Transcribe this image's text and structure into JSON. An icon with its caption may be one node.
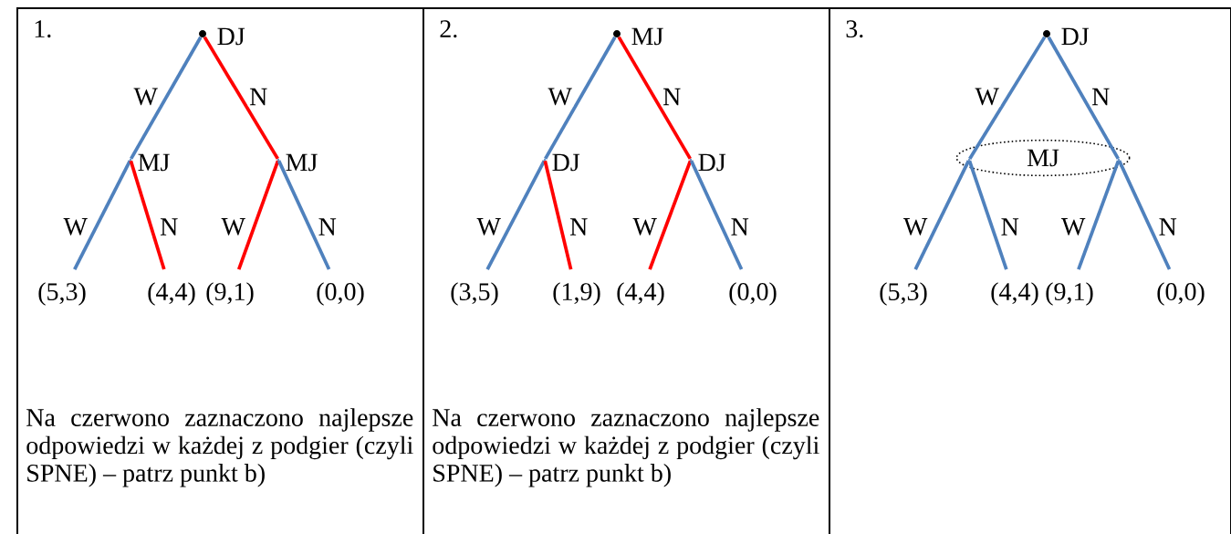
{
  "diagram": {
    "nodes": [
      {
        "text": [
          "1.",
          "Na czerwono zaznaczono najlepsze odpowiedzi w każdej z podgier (czyli SPNE) – patrz punkt b)"
        ]
      },
      {
        "text": [],
        "shape": "circle",
        "beside": [
          "DJ"
        ],
        "in": 0
      },
      {
        "text": [],
        "shape": "point",
        "beside": [
          "MJ"
        ],
        "in": 0
      },
      {
        "text": [],
        "shape": "point",
        "beside": [
          "MJ"
        ],
        "in": 0
      },
      {
        "text": [
          "(5,3)"
        ],
        "in": 0
      },
      {
        "text": [
          "(4,4)"
        ],
        "in": 0
      },
      {
        "text": [
          "(9,1)"
        ],
        "in": 0
      },
      {
        "text": [
          "(0,0)"
        ],
        "in": 0
      },
      {
        "text": [
          "2.",
          "Na czerwono zaznaczono najlepsze odpowiedzi w każdej z podgier (czyli SPNE) – patrz punkt b)"
        ]
      },
      {
        "text": [],
        "shape": "circle",
        "beside": [
          "MJ"
        ],
        "in": 8
      },
      {
        "text": [],
        "shape": "point",
        "beside": [
          "DJ"
        ],
        "in": 8
      },
      {
        "text": [],
        "shape": "point",
        "beside": [
          "DJ"
        ],
        "in": 8
      },
      {
        "text": [
          "(3,5)"
        ],
        "in": 8
      },
      {
        "text": [
          "(1,9)"
        ],
        "in": 8
      },
      {
        "text": [
          "(4,4)"
        ],
        "in": 8
      },
      {
        "text": [
          "(0,0)"
        ],
        "in": 8
      },
      {
        "text": [
          "3."
        ]
      },
      {
        "text": [],
        "shape": "circle",
        "beside": [
          "DJ"
        ],
        "in": 16
      },
      {
        "text": [
          "MJ"
        ],
        "in": 16
      },
      {
        "text": [],
        "shape": "point",
        "in": 18
      },
      {
        "text": [],
        "shape": "point",
        "in": 18
      },
      {
        "text": [
          "(5,3)"
        ],
        "in": 16
      },
      {
        "text": [
          "(4,4)"
        ],
        "in": 16
      },
      {
        "text": [
          "(9,1)"
        ],
        "in": 16
      },
      {
        "text": [
          "(0,0)"
        ],
        "in": 16
      }
    ],
    "edges": [
      {
        "from": 1,
        "to": 2,
        "arrow": "none",
        "label": "W"
      },
      {
        "from": 1,
        "to": 3,
        "arrow": "none",
        "label": "N",
        "color": "#ff0000"
      },
      {
        "from": 2,
        "to": 4,
        "arrow": "none",
        "label": "W"
      },
      {
        "from": 2,
        "to": 5,
        "arrow": "none",
        "label": "N",
        "color": "#ff0000"
      },
      {
        "from": 3,
        "to": 6,
        "arrow": "none",
        "label": "W",
        "color": "#ff0000"
      },
      {
        "from": 3,
        "to": 7,
        "arrow": "none",
        "label": "N"
      },
      {
        "from": 9,
        "to": 10,
        "arrow": "none",
        "label": "W"
      },
      {
        "from": 9,
        "to": 11,
        "arrow": "none",
        "label": "N",
        "color": "#ff0000"
      },
      {
        "from": 10,
        "to": 12,
        "arrow": "none",
        "label": "W"
      },
      {
        "from": 10,
        "to": 13,
        "arrow": "none",
        "label": "N",
        "color": "#ff0000"
      },
      {
        "from": 11,
        "to": 14,
        "arrow": "none",
        "label": "W",
        "color": "#ff0000"
      },
      {
        "from": 11,
        "to": 15,
        "arrow": "none",
        "label": "N"
      },
      {
        "from": 17,
        "to": 19,
        "arrow": "none",
        "label": "W"
      },
      {
        "from": 17,
        "to": 20,
        "arrow": "none",
        "label": "N"
      },
      {
        "from": 19,
        "to": 21,
        "arrow": "none",
        "label": "W"
      },
      {
        "from": 19,
        "to": 22,
        "arrow": "none",
        "label": "N"
      },
      {
        "from": 20,
        "to": 23,
        "arrow": "none",
        "label": "W"
      },
      {
        "from": 20,
        "to": 24,
        "arrow": "none",
        "label": "N"
      }
    ]
  }
}
